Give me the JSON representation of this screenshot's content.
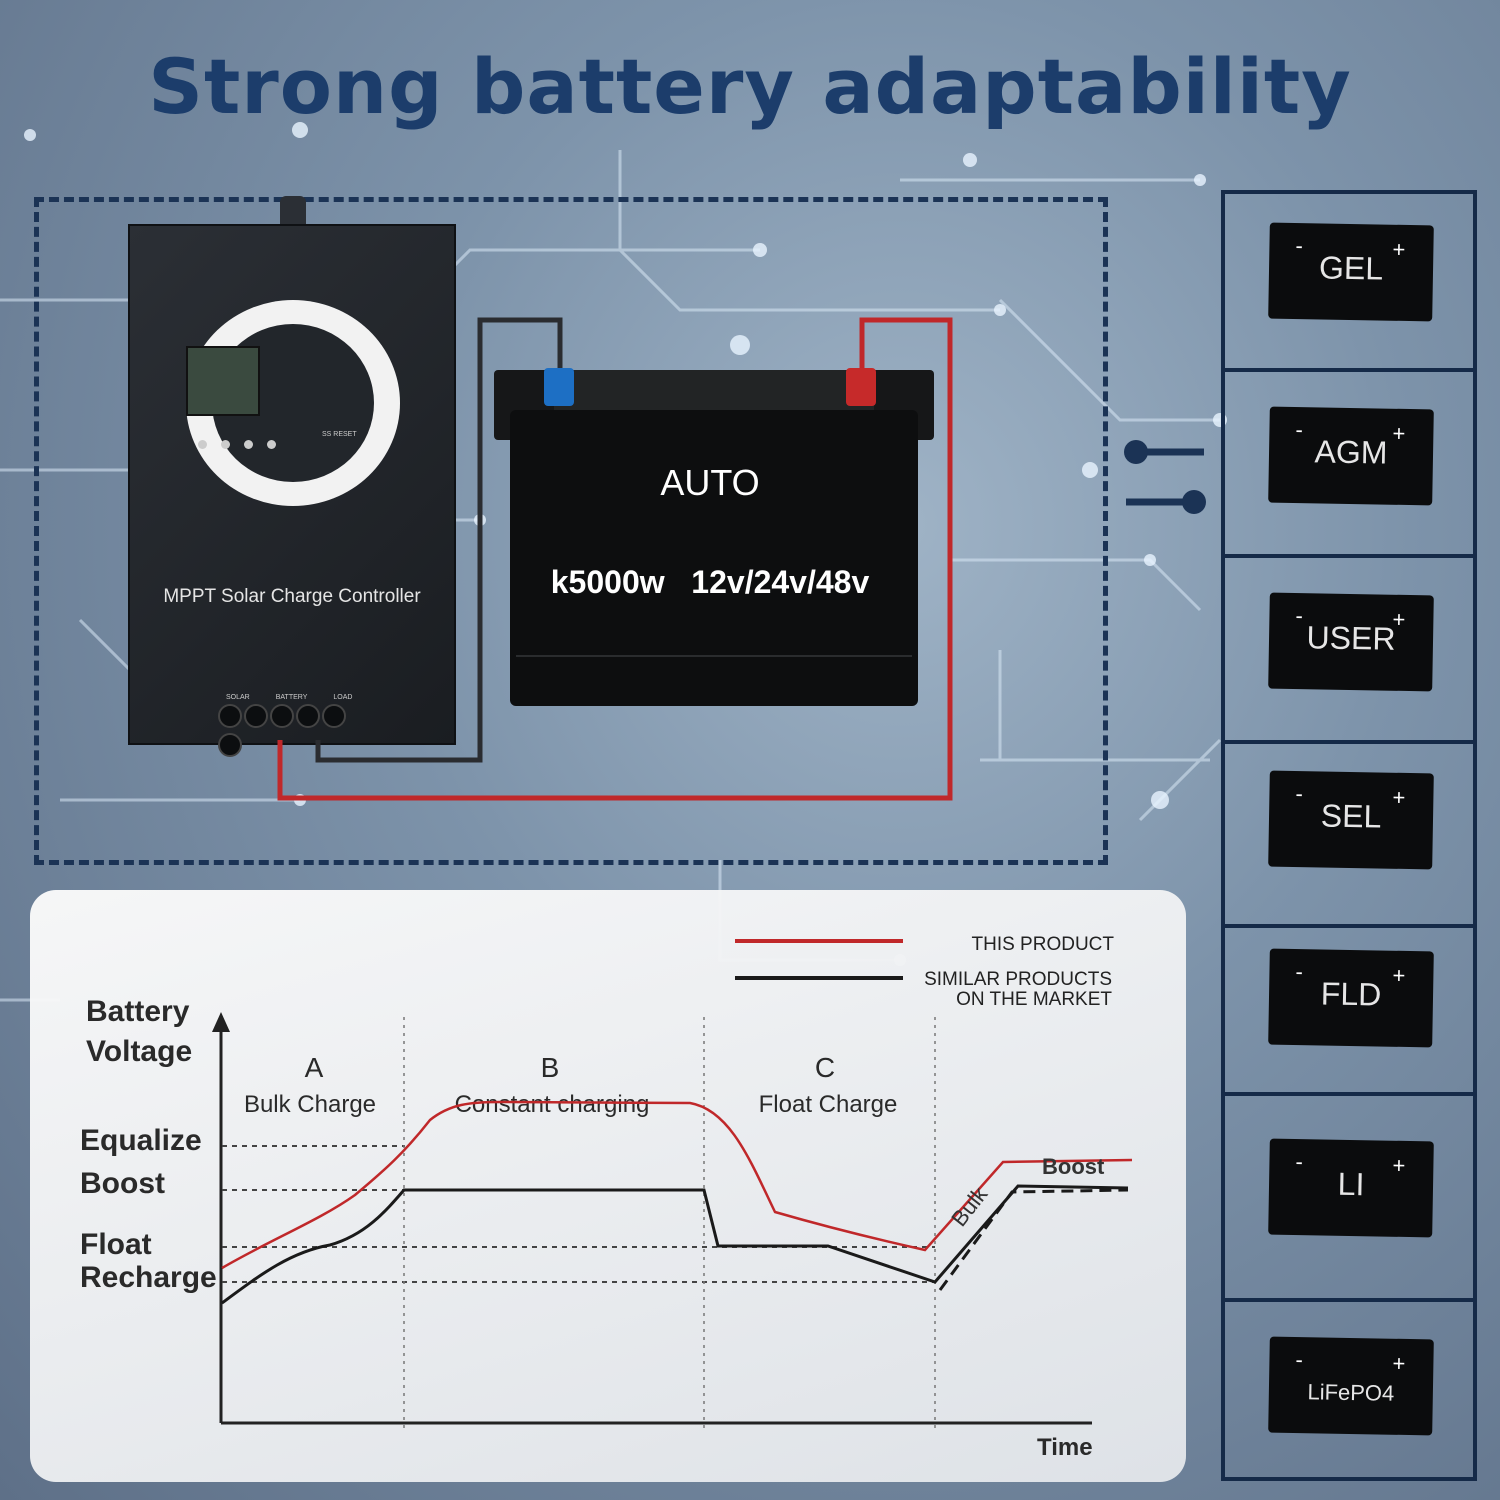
{
  "title": "Strong battery adaptability",
  "controller": {
    "label": "MPPT Solar Charge Controller",
    "button_label": "SS RESET",
    "terminals": [
      "SOLAR",
      "BATTERY",
      "LOAD"
    ]
  },
  "battery": {
    "mode": "AUTO",
    "spec": "k5000w   12v/24v/48v"
  },
  "battery_types": [
    "GEL",
    "AGM",
    "USER",
    "SEL",
    "FLD",
    "LI",
    "LiFePO4"
  ],
  "colors": {
    "title": "#1c3d6b",
    "this_product": "#c0282a",
    "similar_products": "#1a1a1a"
  },
  "chart_data": {
    "type": "line",
    "ylabel": "Battery Voltage",
    "xlabel": "Time",
    "y_levels": [
      "Equalize",
      "Boost",
      "Float",
      "Recharge"
    ],
    "stages": [
      {
        "letter": "A",
        "name": "Bulk Charge"
      },
      {
        "letter": "B",
        "name": "Constant charging"
      },
      {
        "letter": "C",
        "name": "Float Charge"
      }
    ],
    "annotations": [
      "Bulk",
      "Boost"
    ],
    "legend": {
      "placement": "top-right",
      "this_product": "THIS PRODUCT",
      "similar_line1": "SIMILAR PRODUCTS",
      "similar_line2": "ON THE MARKET"
    },
    "series": [
      {
        "name": "THIS PRODUCT",
        "color": "#c0282a"
      },
      {
        "name": "SIMILAR PRODUCTS ON THE MARKET",
        "color": "#1a1a1a"
      }
    ]
  }
}
